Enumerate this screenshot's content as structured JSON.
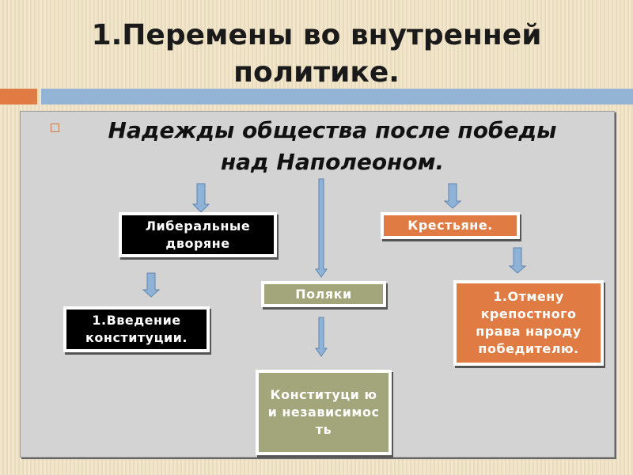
{
  "title": {
    "line1": "1.Перемены во внутренней",
    "line2": "политике."
  },
  "subtitle": {
    "line1": "Надежды общества после победы",
    "line2": "над Наполеоном."
  },
  "nodes": {
    "liberal": "Либеральные дворяне",
    "peasants": "Крестьяне.",
    "poles": "Поляки",
    "constitution_intro": "1.Введение конституции.",
    "serfdom": "1.Отмену крепостного права народу победителю.",
    "independence": "Конституци ю и независимос ть"
  },
  "colors": {
    "orange": "#df7b43",
    "green": "#a3a67b",
    "blue": "#8fb3d6",
    "panel": "#d3d3d3"
  }
}
